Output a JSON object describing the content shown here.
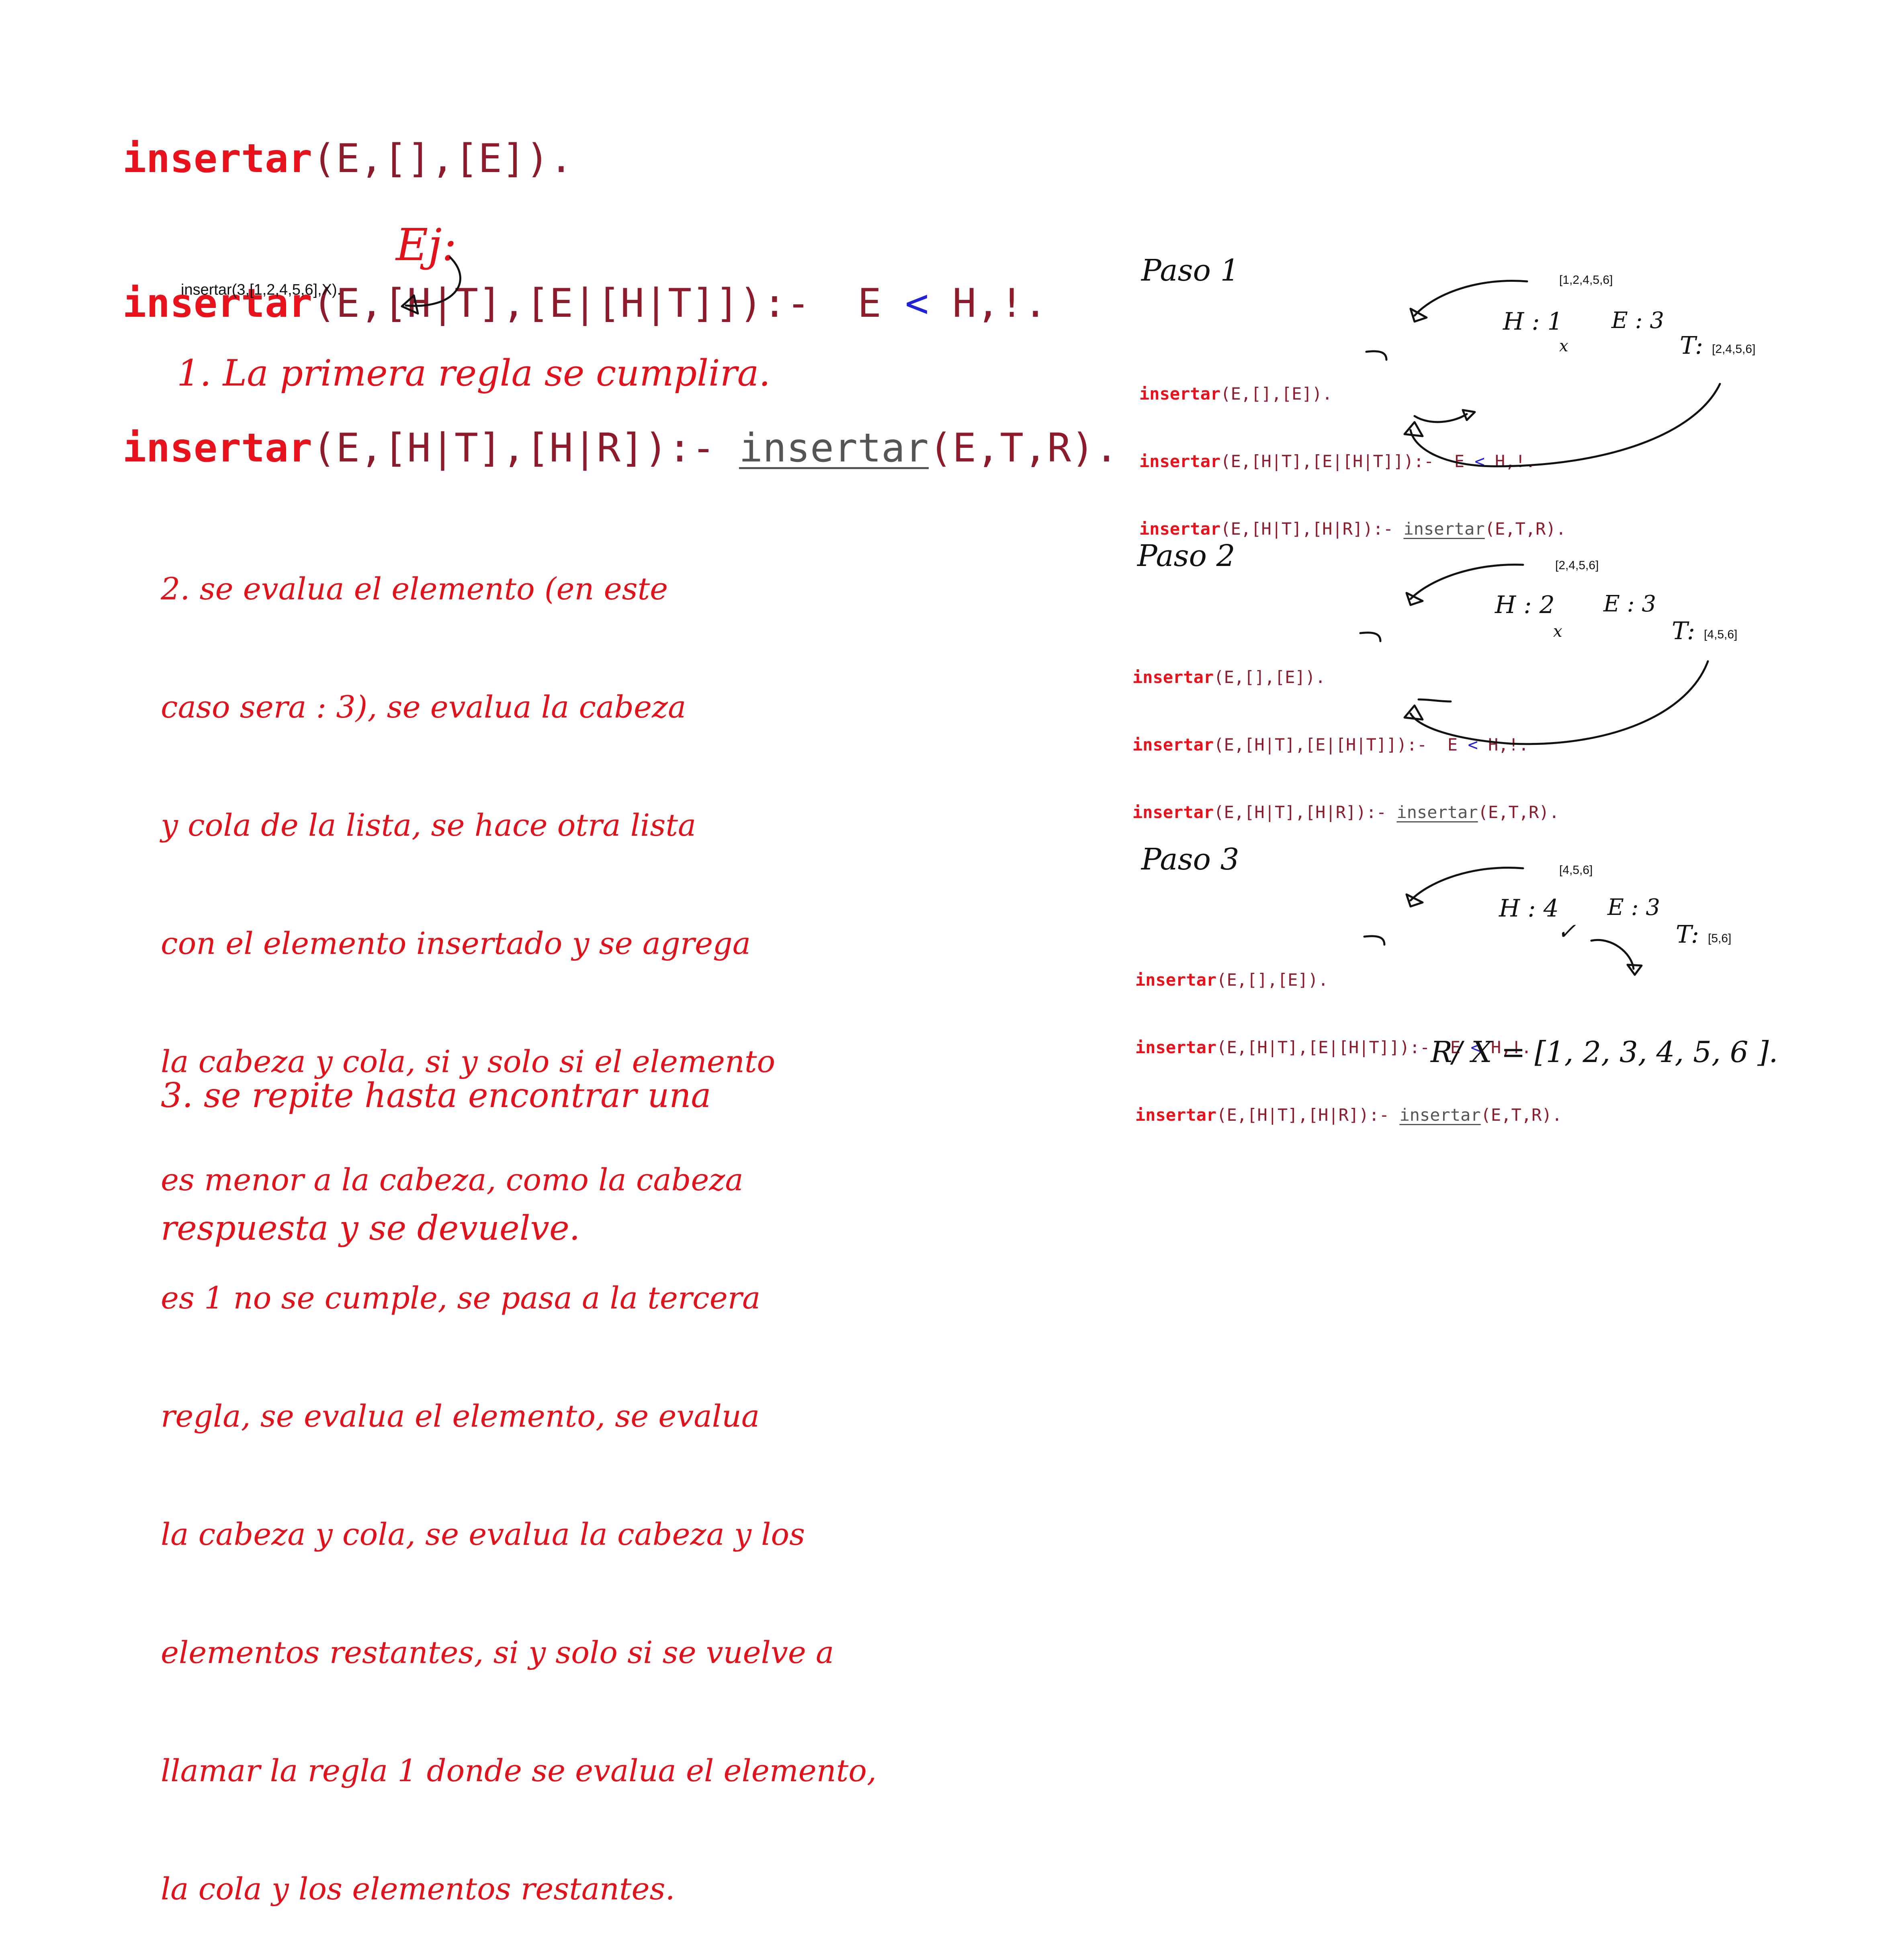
{
  "code": {
    "line1": {
      "kw": "insertar",
      "rest": "(E,[],[E])."
    },
    "line2": {
      "kw": "insertar",
      "rest": "(E,[H|T],[E|[H|T]]):-  ",
      "e": "E ",
      "op": "<",
      "tail": " H,!."
    },
    "line3": {
      "kw": "insertar",
      "rest": "(E,[H|T],[H|R]):- ",
      "call": "insertar",
      "tail": "(E,T,R)."
    }
  },
  "example": {
    "query": "insertar(3,[1,2,4,5,6],X).",
    "label": "Ej:"
  },
  "notes": {
    "n1": "1. La primera regla se cumplira.",
    "n2": [
      "2. se evalua el elemento (en este",
      "caso sera : 3), se evalua la cabeza",
      "y cola de la lista, se hace otra lista",
      "con el elemento insertado y se agrega",
      "la cabeza y cola, si y solo si el elemento",
      "es menor a la cabeza, como la cabeza",
      "es 1 no se cumple, se pasa a la tercera",
      "regla, se evalua el elemento, se evalua",
      "la cabeza y cola, se evalua la cabeza y los",
      "elementos restantes, si y solo si se vuelve a",
      "llamar la regla 1 donde se evalua el elemento,",
      "la cola y los elementos restantes."
    ],
    "n3": [
      "3. se repite hasta encontrar una",
      "respuesta y se devuelve."
    ]
  },
  "steps": [
    {
      "title": "Paso 1",
      "list": "[1,2,4,5,6]",
      "h": "H : 1",
      "e": "E : 3",
      "t": "T:",
      "t_list": "[2,4,5,6]",
      "mark": "x"
    },
    {
      "title": "Paso 2",
      "list": "[2,4,5,6]",
      "h": "H : 2",
      "e": "E : 3",
      "t": "T:",
      "t_list": "[4,5,6]",
      "mark": "x"
    },
    {
      "title": "Paso 3",
      "list": "[4,5,6]",
      "h": "H : 4",
      "e": "E : 3",
      "t": "T:",
      "t_list": "[5,6]",
      "mark": "✓"
    }
  ],
  "step_code": {
    "l1_kw": "insertar",
    "l1_rest": "(E,[],[E]).",
    "l2_kw": "insertar",
    "l2_rest": "(E,[H|T],[E|[H|T]]):-  ",
    "l2_e": "E ",
    "l2_op": "<",
    "l2_tail": " H,!.",
    "l3_kw": "insertar",
    "l3_rest": "(E,[H|T],[H|R]):- ",
    "l3_call": "insertar",
    "l3_tail": "(E,T,R)."
  },
  "result": "R/ X = [1, 2, 3, 4, 5, 6 ].",
  "colors": {
    "red": "#e0121b",
    "code_red": "#e8121d",
    "operator_blue": "#2121d8"
  }
}
